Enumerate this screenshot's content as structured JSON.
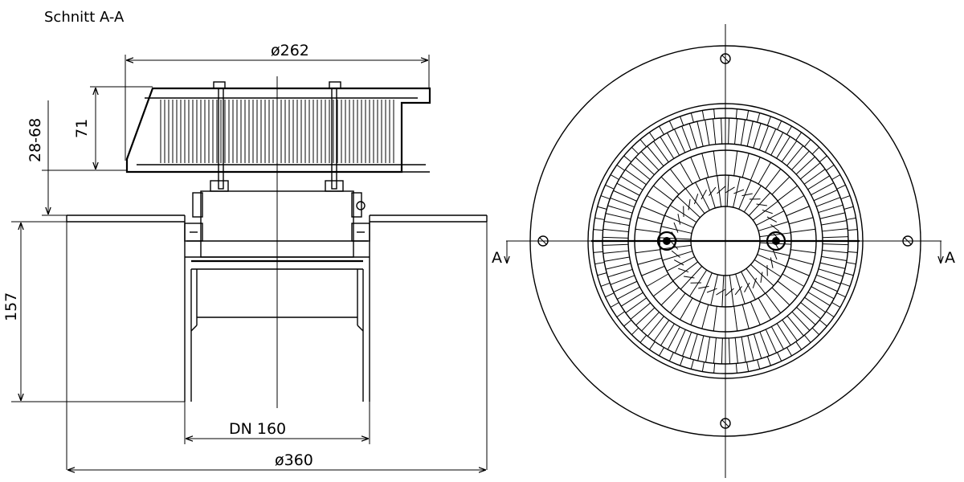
{
  "drawing": {
    "section_title": "Schnitt A-A",
    "dimensions": {
      "top_diameter": "ø262",
      "height_71": "71",
      "height_range": "28-68",
      "height_157": "157",
      "pipe": "DN 160",
      "bottom_diameter": "ø360"
    },
    "section_marker_left": "A",
    "section_marker_right": "A"
  }
}
